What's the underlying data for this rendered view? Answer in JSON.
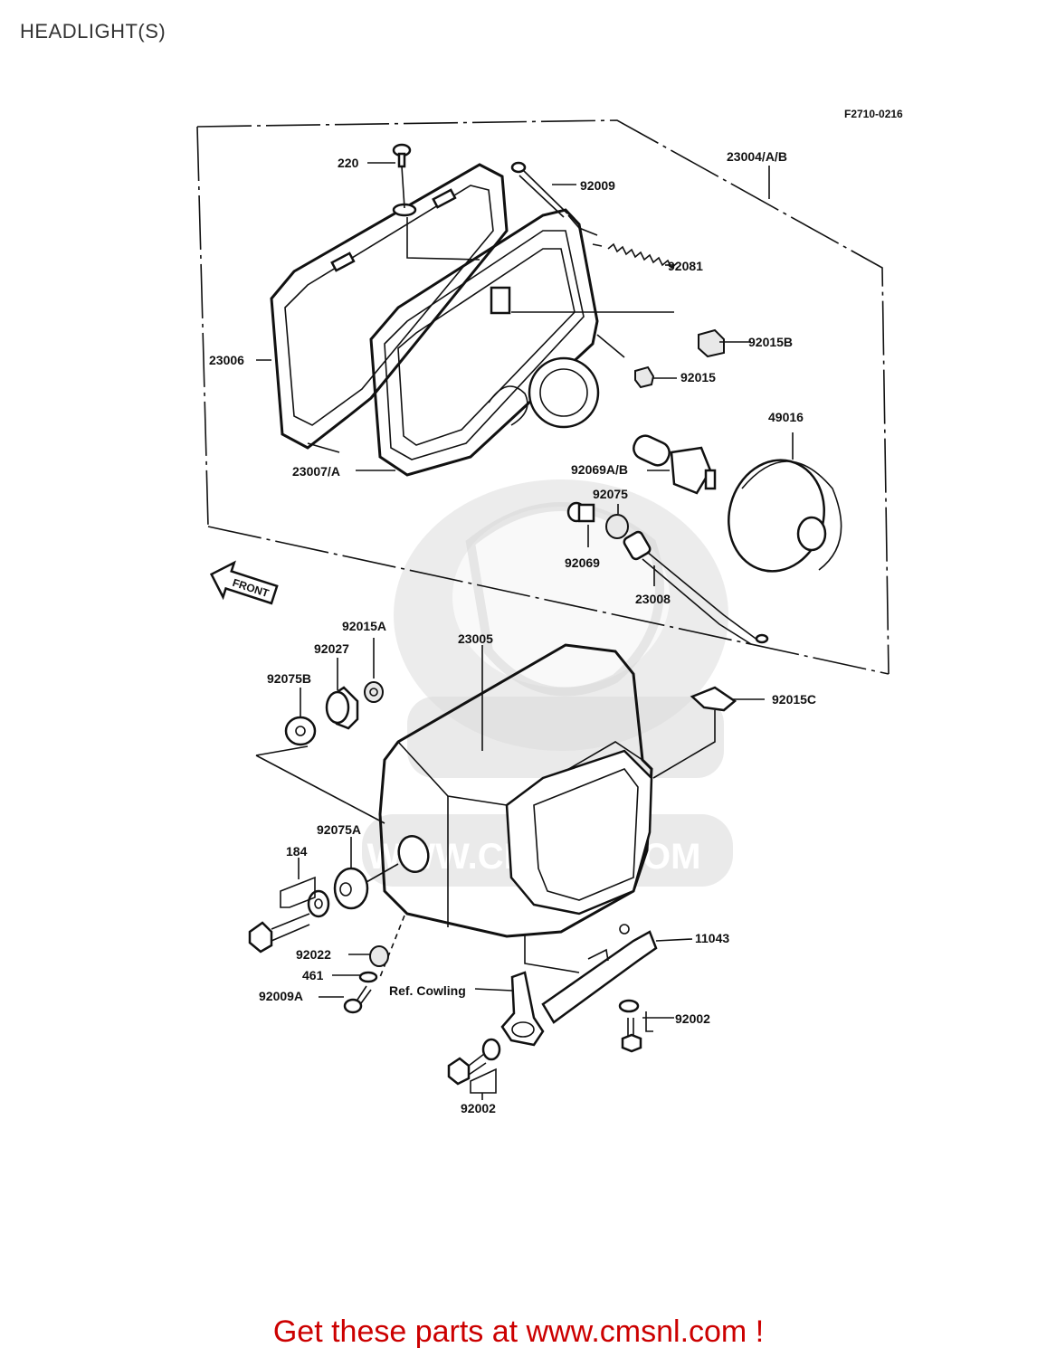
{
  "page": {
    "title": "HEADLIGHT(S)",
    "promo_text": "Get these parts at www.cmsnl.com !"
  },
  "diagram": {
    "figure_code": "F2710-0216",
    "front_marker": "FRONT",
    "watermark": "WWW.CMSNL.COM",
    "parts": [
      {
        "ref": "220"
      },
      {
        "ref": "92009"
      },
      {
        "ref": "23004/A/B"
      },
      {
        "ref": "92081"
      },
      {
        "ref": "92015B"
      },
      {
        "ref": "23006"
      },
      {
        "ref": "92015"
      },
      {
        "ref": "49016"
      },
      {
        "ref": "23007/A"
      },
      {
        "ref": "92069A/B"
      },
      {
        "ref": "92075"
      },
      {
        "ref": "92069"
      },
      {
        "ref": "23008"
      },
      {
        "ref": "23005"
      },
      {
        "ref": "92015A"
      },
      {
        "ref": "92027"
      },
      {
        "ref": "92075B"
      },
      {
        "ref": "92015C"
      },
      {
        "ref": "92075A"
      },
      {
        "ref": "184"
      },
      {
        "ref": "11043"
      },
      {
        "ref": "92022"
      },
      {
        "ref": "461"
      },
      {
        "ref": "92009A"
      },
      {
        "ref": "Ref. Cowling"
      },
      {
        "ref": "92002"
      },
      {
        "ref": "92002"
      }
    ]
  },
  "colors": {
    "promo": "#cc0000",
    "title": "#333333",
    "line_art": "#111111",
    "watermark": "#dcdcdc"
  }
}
